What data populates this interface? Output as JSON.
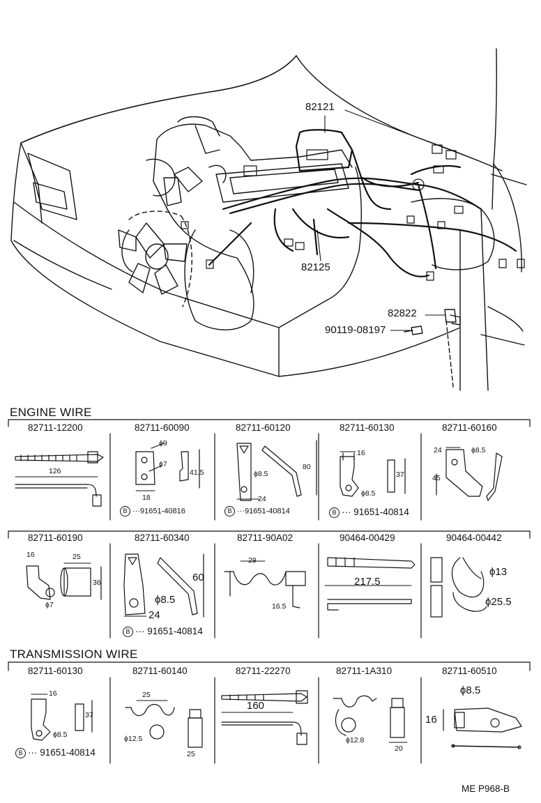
{
  "callouts": {
    "harness_main": "82121",
    "harness_engine": "82125",
    "bracket": "82822",
    "bolt": "90119-08197"
  },
  "engine_section": {
    "title": "ENGINE WIRE",
    "row1": [
      {
        "part": "82711-12200",
        "dims": [
          "126"
        ],
        "bolt": ""
      },
      {
        "part": "82711-60090",
        "dims": [
          "ϕ9",
          "ϕ7",
          "41.5",
          "18"
        ],
        "bolt": "91651-40816"
      },
      {
        "part": "82711-60120",
        "dims": [
          "80",
          "ϕ8.5",
          "24"
        ],
        "bolt": "91651-40814"
      },
      {
        "part": "82711-60130",
        "dims": [
          "16",
          "37",
          "ϕ8.5"
        ],
        "bolt": "91651-40814"
      },
      {
        "part": "82711-60160",
        "dims": [
          "24",
          "ϕ8.5",
          "45"
        ],
        "bolt": ""
      }
    ],
    "row2": [
      {
        "part": "82711-60190",
        "dims": [
          "16",
          "25",
          "36",
          "ϕ7"
        ],
        "bolt": ""
      },
      {
        "part": "82711-60340",
        "dims": [
          "60",
          "ϕ8.5",
          "24"
        ],
        "bolt": "91651-40814"
      },
      {
        "part": "82711-90A02",
        "dims": [
          "29",
          "16.5"
        ],
        "bolt": ""
      },
      {
        "part": "90464-00429",
        "dims": [
          "217.5"
        ],
        "bolt": ""
      },
      {
        "part": "90464-00442",
        "dims": [
          "ϕ13",
          "ϕ25.5"
        ],
        "bolt": ""
      }
    ]
  },
  "transmission_section": {
    "title": "TRANSMISSION WIRE",
    "row": [
      {
        "part": "82711-60130",
        "dims": [
          "16",
          "37",
          "ϕ8.5"
        ],
        "bolt": "91651-40814"
      },
      {
        "part": "82711-60140",
        "dims": [
          "25",
          "ϕ12.5",
          "25"
        ],
        "bolt": ""
      },
      {
        "part": "82711-22270",
        "dims": [
          "160"
        ],
        "bolt": ""
      },
      {
        "part": "82711-1A310",
        "dims": [
          "ϕ12.8",
          "20"
        ],
        "bolt": ""
      },
      {
        "part": "82711-60510",
        "dims": [
          "ϕ8.5",
          "16"
        ],
        "bolt": ""
      }
    ]
  },
  "bolt_marker": "B",
  "footer_code": "ME  P968-B"
}
